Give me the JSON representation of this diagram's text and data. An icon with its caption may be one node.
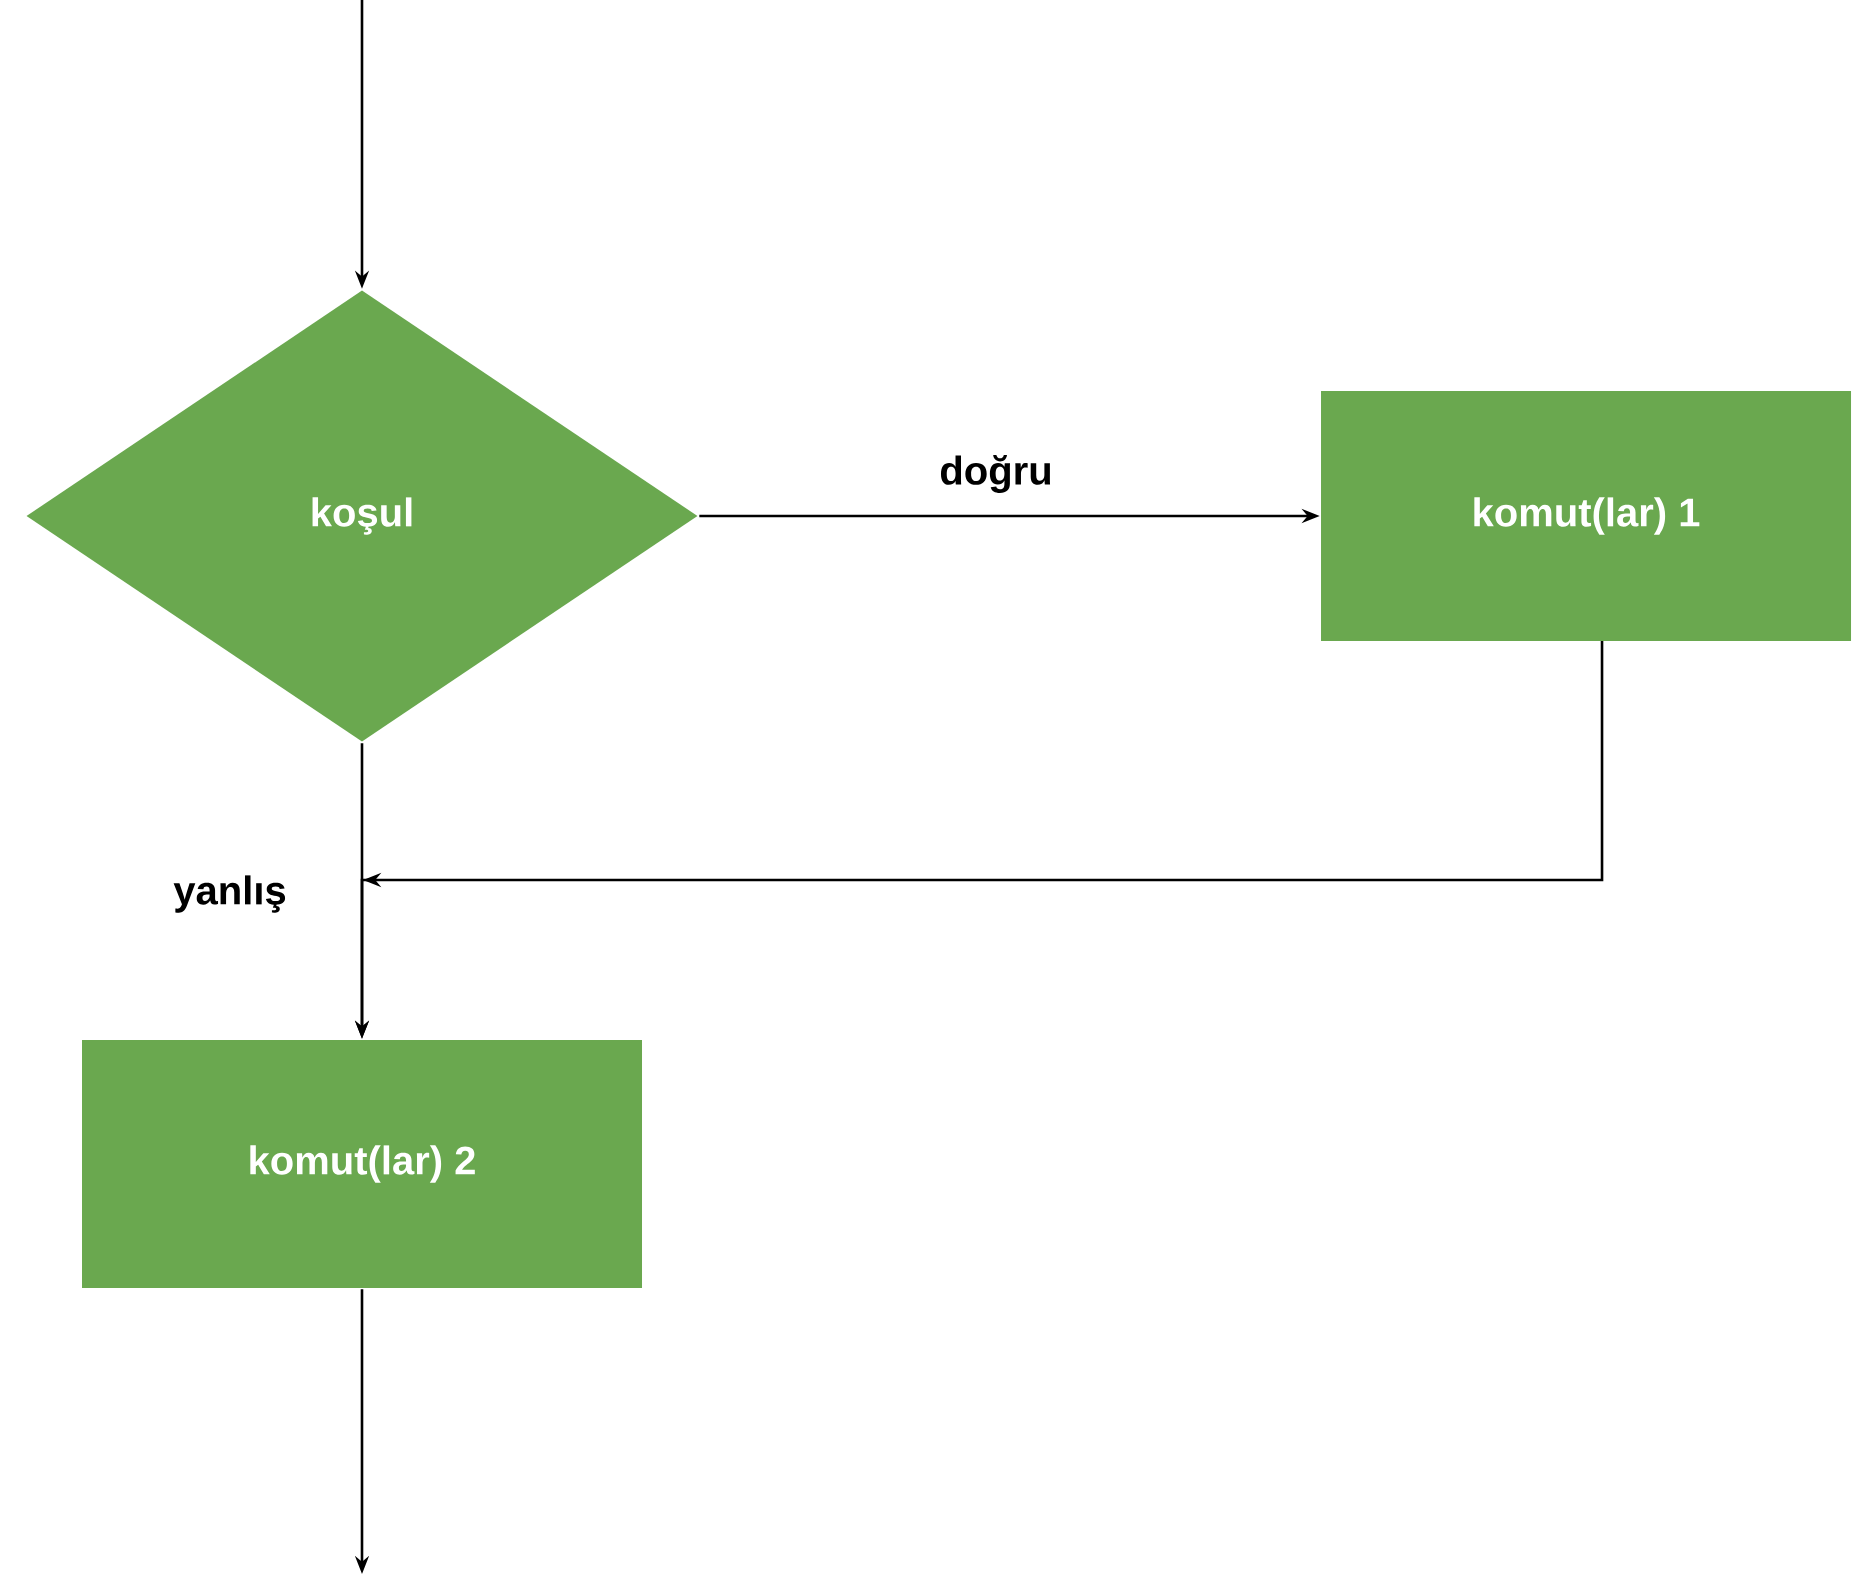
{
  "diagram": {
    "nodes": [
      {
        "text": [
          "koşul"
        ]
      },
      {
        "text": [
          "komut(lar) 1"
        ]
      },
      {
        "text": [
          "komut(lar) 2"
        ]
      }
    ],
    "edges": [
      {
        "from": null,
        "to": 0,
        "arrow": "to"
      },
      {
        "from": 0,
        "to": 1,
        "arrow": "to",
        "label": "doğru"
      },
      {
        "from": 0,
        "to": 2,
        "arrow": "to",
        "label": "yanlış"
      },
      {
        "from": 1,
        "to": 2,
        "arrow": "to"
      },
      {
        "from": 2,
        "to": null,
        "arrow": "to"
      }
    ]
  }
}
